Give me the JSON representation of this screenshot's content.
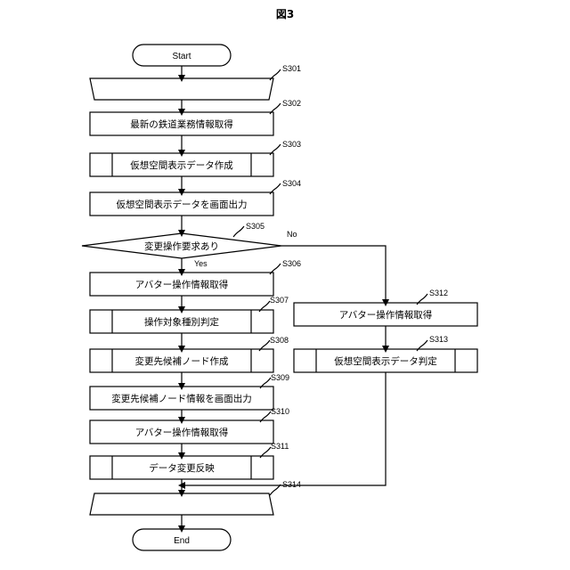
{
  "figure_title": "図3",
  "start_label": "Start",
  "end_label": "End",
  "steps": {
    "s302": "最新の鉄道業務情報取得",
    "s303": "仮想空間表示データ作成",
    "s304": "仮想空間表示データを画面出力",
    "s305": "変更操作要求あり",
    "s306": "アバター操作情報取得",
    "s307": "操作対象種別判定",
    "s308": "変更先候補ノード作成",
    "s309": "変更先候補ノード情報を画面出力",
    "s310": "アバター操作情報取得",
    "s311": "データ変更反映",
    "s312": "アバター操作情報取得",
    "s313": "仮想空間表示データ判定"
  },
  "step_ids": {
    "s301": "S301",
    "s302": "S302",
    "s303": "S303",
    "s304": "S304",
    "s305": "S305",
    "s306": "S306",
    "s307": "S307",
    "s308": "S308",
    "s309": "S309",
    "s310": "S310",
    "s311": "S311",
    "s312": "S312",
    "s313": "S313",
    "s314": "S314"
  },
  "branch": {
    "yes": "Yes",
    "no": "No"
  }
}
